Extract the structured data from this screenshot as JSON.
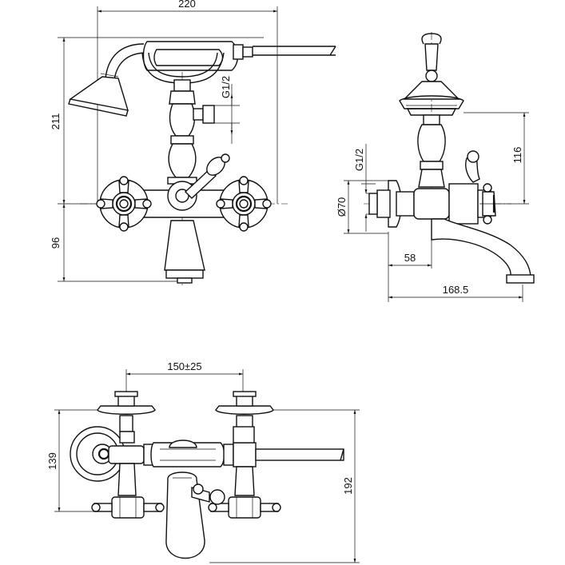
{
  "dimensions": {
    "front_width": "220",
    "front_height_top": "211",
    "front_height_bottom": "96",
    "thread_front": "G1/2",
    "side_thread": "G1/2",
    "side_diameter": "Ø70",
    "side_depth_58": "58",
    "side_depth_168": "168.5",
    "side_height_116": "116",
    "top_spacing": "150±25",
    "top_height_139": "139",
    "top_height_192": "192"
  },
  "colors": {
    "line": "#111111",
    "background": "#ffffff"
  }
}
